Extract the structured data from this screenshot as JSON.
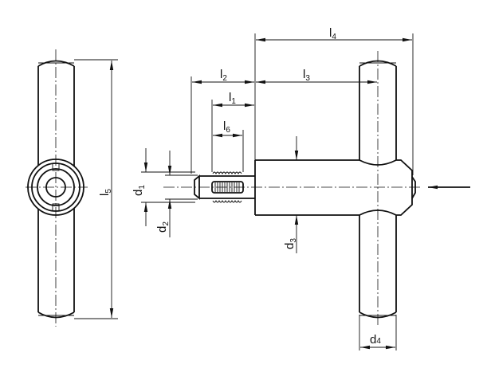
{
  "title": "T-handle indexing plunger dimension drawing",
  "colors": {
    "line": "#111111",
    "background": "#ffffff"
  },
  "dimensions": {
    "l1": {
      "main": "l",
      "sub": "1"
    },
    "l2": {
      "main": "l",
      "sub": "2"
    },
    "l3": {
      "main": "l",
      "sub": "3"
    },
    "l4": {
      "main": "l",
      "sub": "4"
    },
    "l5": {
      "main": "l",
      "sub": "5"
    },
    "l6": {
      "main": "l",
      "sub": "6"
    },
    "d1": {
      "main": "d",
      "sub": "1"
    },
    "d2": {
      "main": "d",
      "sub": "2"
    },
    "d3": {
      "main": "d",
      "sub": "3"
    },
    "d4": {
      "main": "d",
      "sub": "4"
    }
  }
}
